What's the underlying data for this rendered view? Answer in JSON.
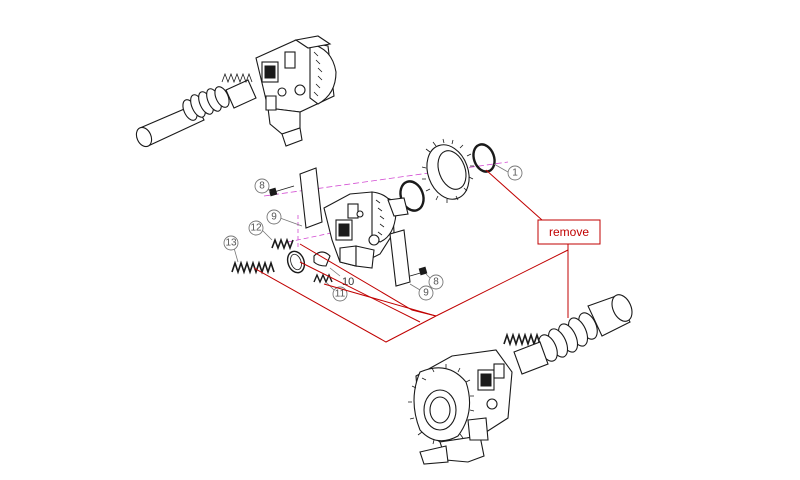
{
  "diagram": {
    "callout_label": "remove",
    "colors": {
      "leader_lines": "#c00000",
      "axis_line": "#d24bd2",
      "parts": "#1a1a1a",
      "callout_circle": "#777777"
    },
    "part_numbers": {
      "p1": "1",
      "p8a": "8",
      "p8b": "8",
      "p9a": "9",
      "p9b": "9",
      "p10": "10",
      "p11": "11",
      "p12": "12",
      "p13": "13"
    }
  }
}
